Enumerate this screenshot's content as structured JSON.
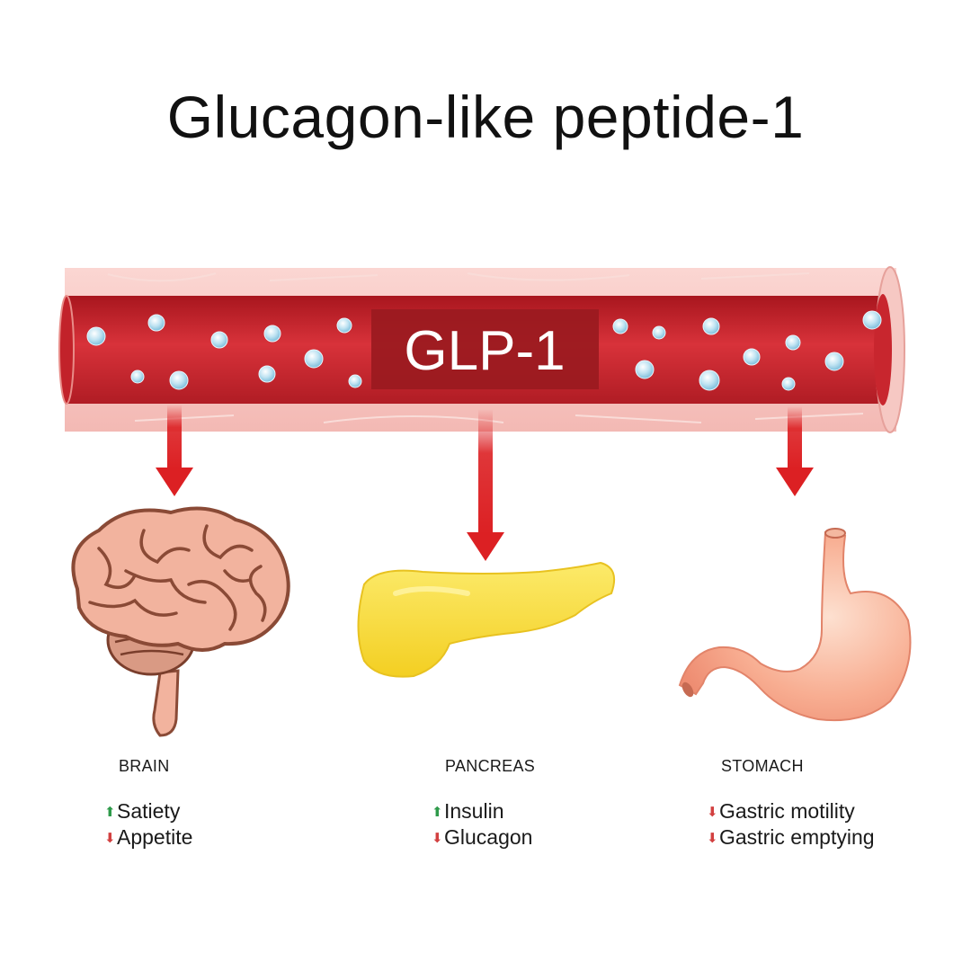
{
  "title": "Glucagon-like peptide-1",
  "vessel_label": "GLP-1",
  "colors": {
    "blood": "#c8262e",
    "vessel_wall": "#f6c4c0",
    "arrow": "#dc2023",
    "increase": "#2e9a4a",
    "decrease": "#d24040",
    "pancreas": "#f9de3c",
    "stomach": "#f7a98f",
    "brain": "#f2b39e"
  },
  "organs": [
    {
      "name": "BRAIN",
      "icon": "brain-icon",
      "effects": [
        {
          "direction": "up",
          "text": "Satiety"
        },
        {
          "direction": "down",
          "text": "Appetite"
        }
      ]
    },
    {
      "name": "PANCREAS",
      "icon": "pancreas-icon",
      "effects": [
        {
          "direction": "up",
          "text": "Insulin"
        },
        {
          "direction": "down",
          "text": "Glucagon"
        }
      ]
    },
    {
      "name": "STOMACH",
      "icon": "stomach-icon",
      "effects": [
        {
          "direction": "down",
          "text": "Gastric motility"
        },
        {
          "direction": "down",
          "text": "Gastric emptying"
        }
      ]
    }
  ]
}
